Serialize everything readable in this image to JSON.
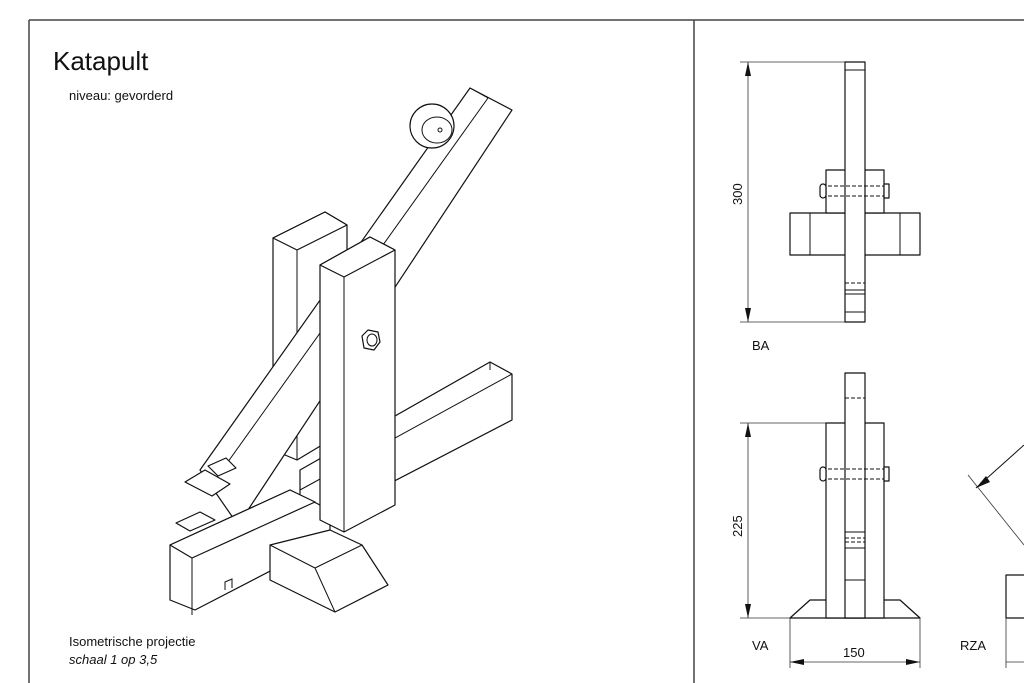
{
  "sheet": {
    "title": "Katapult",
    "level": "niveau: gevorderd",
    "projection": "Isometrische projectie",
    "scale": "schaal 1 op 3,5"
  },
  "views": {
    "top_view": {
      "label": "BA",
      "dimension": "300"
    },
    "front_view": {
      "label": "VA",
      "dimension_height": "225",
      "dimension_width": "150"
    },
    "side_view": {
      "label": "RZA"
    }
  }
}
